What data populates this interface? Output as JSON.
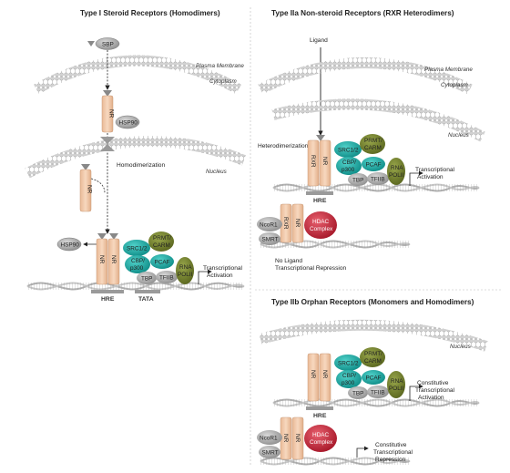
{
  "panels": {
    "type1": {
      "title": "Type I Steroid Receptors (Homodimers)",
      "sbp": "SBP",
      "plasma_membrane": "Plasma Membrane",
      "cytoplasm": "Cytoplasm",
      "nucleus": "Nucleus",
      "nr": "NR",
      "hsp90": "HSP90",
      "homodimerization": "Homodimerization",
      "hsp90_released": "HSP90",
      "hre": "HRE",
      "tata": "TATA",
      "transcriptional_activation": [
        "Transcriptional",
        "Activation"
      ]
    },
    "type2a": {
      "title": "Type IIa Non-steroid Receptors (RXR Heterodimers)",
      "ligand": "Ligand",
      "plasma_membrane": "Plasma Membrane",
      "cytoplasm": "Cytoplasm",
      "nucleus": "Nucleus",
      "heterodimerization": "Heterodimerization",
      "rxr": "RXR",
      "nr": "NR",
      "hre": "HRE",
      "transcriptional_activation": [
        "Transcriptional",
        "Activation"
      ],
      "ncor1": "NcoR1",
      "smrt": "SMRT",
      "hdac": [
        "HDAC",
        "Complex"
      ],
      "no_ligand": [
        "No Ligand",
        "Transcriptional Repression"
      ]
    },
    "type2b": {
      "title": "Type IIb Orphan Receptors (Monomers and Homodimers)",
      "nucleus": "Nucleus",
      "nr": "NR",
      "hre": "HRE",
      "constitutive_activation": [
        "Constitutive",
        "Transcriptional",
        "Activation"
      ],
      "ncor1": "NcoR1",
      "smrt": "SMRT",
      "hdac": [
        "HDAC",
        "Complex"
      ],
      "constitutive_repression": [
        "Constitutive",
        "Transcriptional",
        "Repression"
      ]
    }
  },
  "coactivators": {
    "src": "SRC1/2",
    "prmt": [
      "PRMT/",
      "CARM"
    ],
    "cbp": [
      "CBP/",
      "p300"
    ],
    "pcaf": "PCAF",
    "tbp": "TBP",
    "tfiib": "TFIIB",
    "rna_pol": [
      "RNA",
      "POLII"
    ]
  },
  "colors": {
    "receptor": "#f3c9a8",
    "receptor_stroke": "#c89a78",
    "gray_protein": "#a8a8a8",
    "teal": "#1aa9a3",
    "olive": "#6d7a2a",
    "hdac_red": "#c8283a",
    "membrane": "#cfcfcf",
    "dna": "#b5b5b5",
    "divider": "#bbbbbb"
  }
}
